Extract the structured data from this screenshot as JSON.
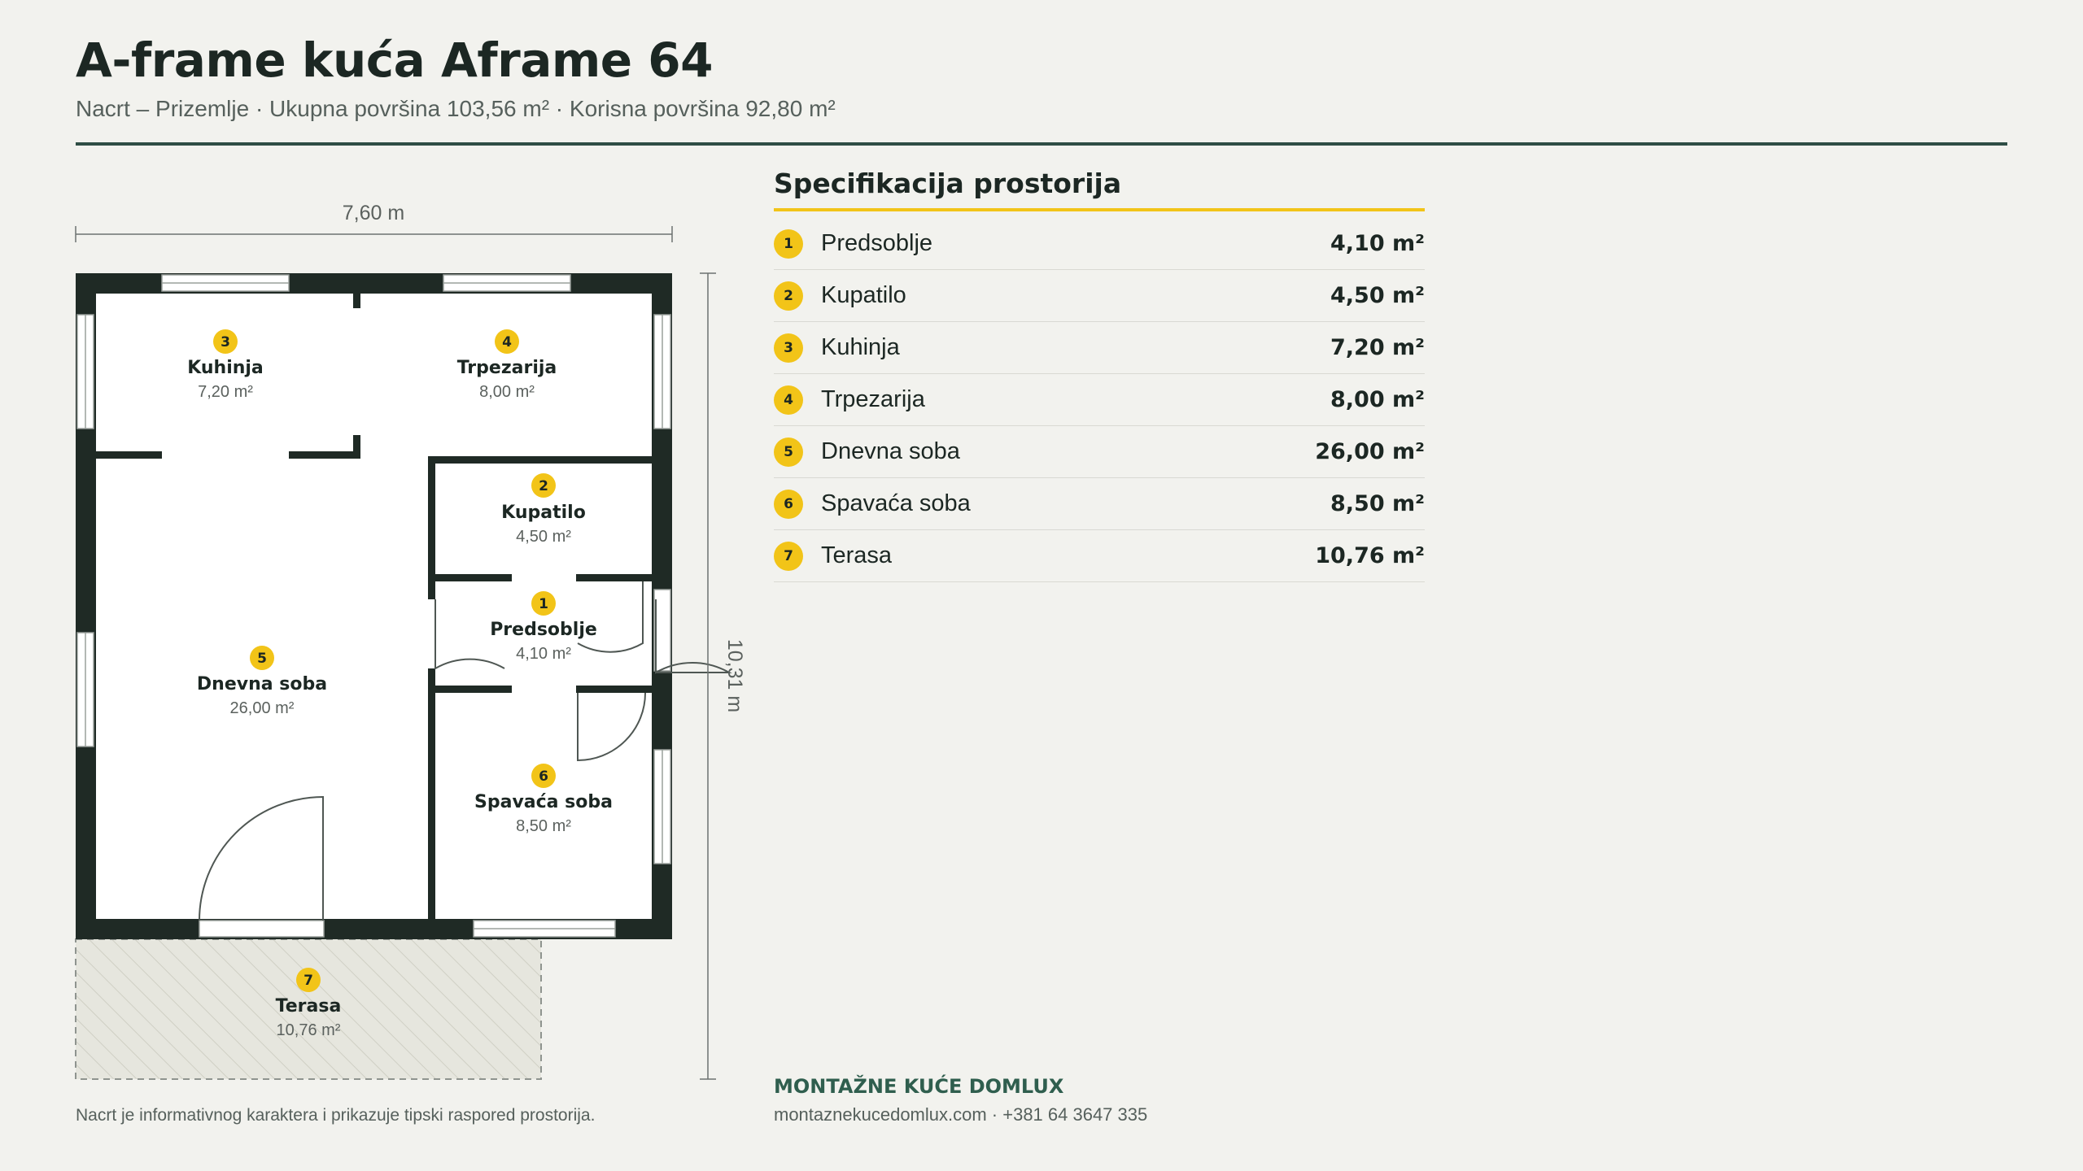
{
  "header": {
    "title": "A-frame kuća Aframe 64",
    "subtitle": "Nacrt – Prizemlje · Ukupna površina 103,56 m² · Korisna površina 92,80 m²"
  },
  "plan": {
    "width_label": "7,60 m",
    "depth_label": "10,31 m",
    "rooms": [
      {
        "num": "1",
        "name": "Predsoblje",
        "area": "4,10 m²"
      },
      {
        "num": "2",
        "name": "Kupatilo",
        "area": "4,50 m²"
      },
      {
        "num": "3",
        "name": "Kuhinja",
        "area": "7,20 m²"
      },
      {
        "num": "4",
        "name": "Trpezarija",
        "area": "8,00 m²"
      },
      {
        "num": "5",
        "name": "Dnevna soba",
        "area": "26,00 m²"
      },
      {
        "num": "6",
        "name": "Spavaća soba",
        "area": "8,50 m²"
      },
      {
        "num": "7",
        "name": "Terasa",
        "area": "10,76 m²"
      }
    ]
  },
  "spec": {
    "title": "Specifikacija prostorija",
    "rows": [
      {
        "num": "1",
        "name": "Predsoblje",
        "value": "4,10 m²"
      },
      {
        "num": "2",
        "name": "Kupatilo",
        "value": "4,50 m²"
      },
      {
        "num": "3",
        "name": "Kuhinja",
        "value": "7,20 m²"
      },
      {
        "num": "4",
        "name": "Trpezarija",
        "value": "8,00 m²"
      },
      {
        "num": "5",
        "name": "Dnevna soba",
        "value": "26,00 m²"
      },
      {
        "num": "6",
        "name": "Spavaća soba",
        "value": "8,50 m²"
      },
      {
        "num": "7",
        "name": "Terasa",
        "value": "10,76 m²"
      }
    ]
  },
  "footer": {
    "note": "Nacrt je informativnog karaktera i prikazuje tipski raspored prostorija.",
    "brand": "MONTAŽNE KUĆE DOMLUX",
    "contact": "montaznekucedomlux.com · +381 64 3647 335"
  },
  "colors": {
    "wall": "#1f2a25",
    "accent": "#f2c418",
    "rule": "#2f4e45",
    "background": "#f2f2ee"
  }
}
